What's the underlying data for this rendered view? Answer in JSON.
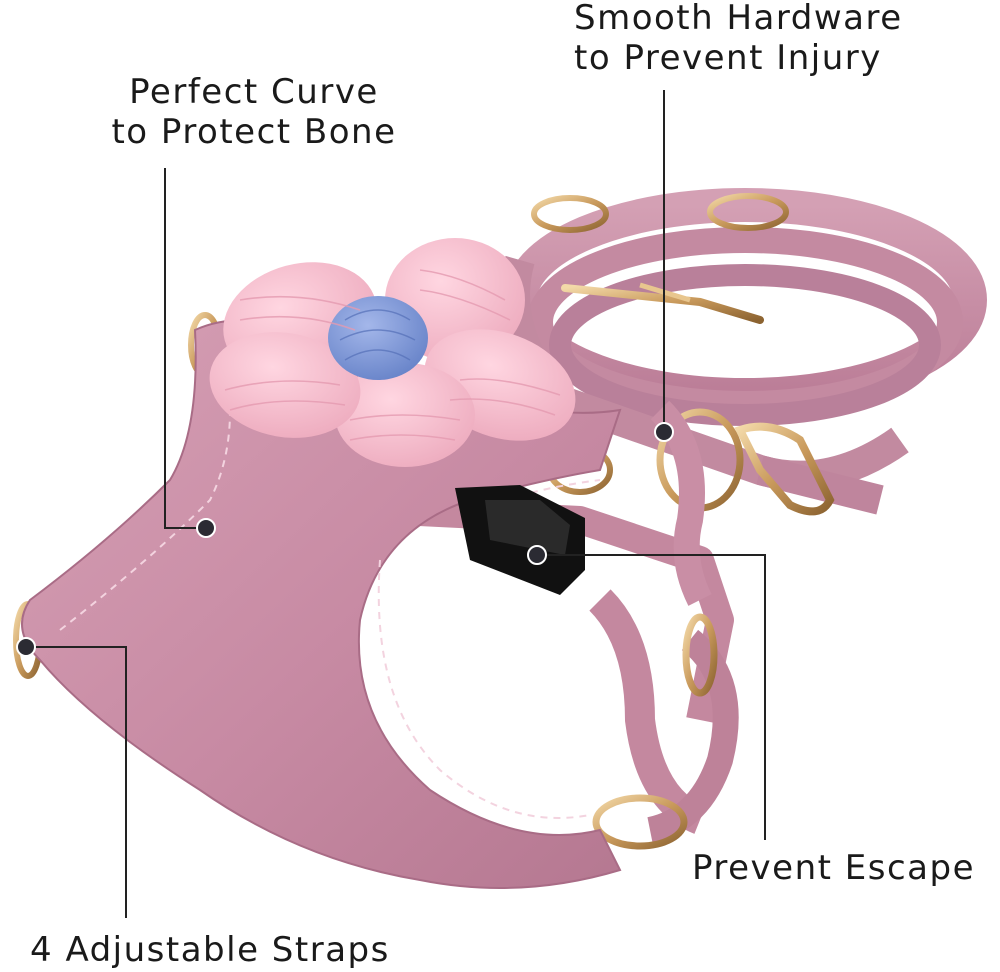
{
  "callouts": {
    "curve": {
      "line1": "Perfect Curve",
      "line2": "to Protect Bone"
    },
    "hardware": {
      "line1": "Smooth Hardware",
      "line2": "to Prevent Injury"
    },
    "escape": {
      "line1": "Prevent Escape"
    },
    "straps": {
      "line1": "4 Adjustable Straps"
    }
  },
  "colors": {
    "suede": "#c98ea6",
    "suede_dark": "#a86a84",
    "suede_light": "#dcaabb",
    "petal": "#f2b8c8",
    "flower_center": "#7f98d6",
    "hardware": "#d9b07a",
    "buckle": "#111111",
    "leader": "#222222",
    "dot": "#2b2b33"
  }
}
